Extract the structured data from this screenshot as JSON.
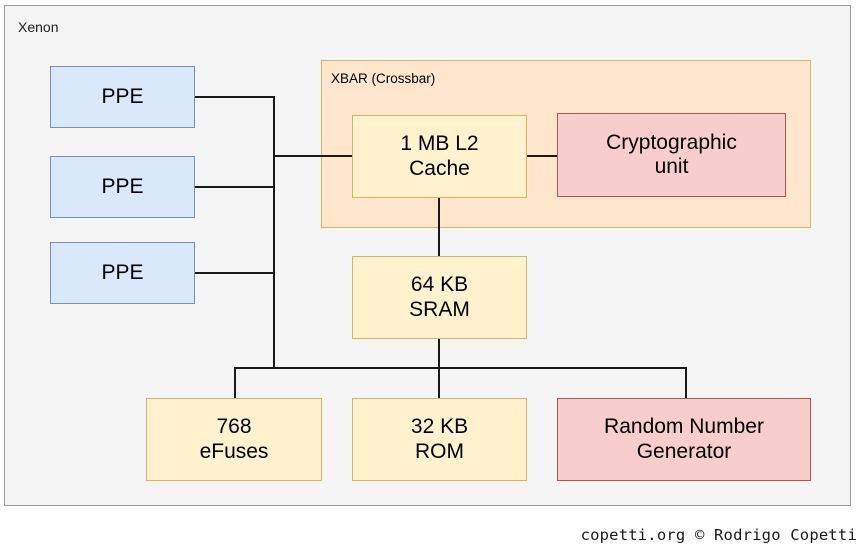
{
  "diagram": {
    "container": {
      "label": "Xenon"
    },
    "group": {
      "label": "XBAR (Crossbar)"
    },
    "nodes": {
      "ppe1": "PPE",
      "ppe2": "PPE",
      "ppe3": "PPE",
      "l2cache": "1 MB L2\nCache",
      "crypto": "Cryptographic\nunit",
      "sram": "64 KB\nSRAM",
      "efuses": "768\neFuses",
      "rom": "32 KB\nROM",
      "rng": "Random Number\nGenerator"
    },
    "footer": {
      "credit": "copetti.org © Rodrigo Copetti"
    },
    "colors": {
      "canvas": "#ffffff",
      "container_fill": "#f5f5f5",
      "container_stroke": "#9a9a9a",
      "cpu_fill": "#dae8fc",
      "cpu_stroke": "#7191bf",
      "memory_fill": "#fff2cc",
      "memory_stroke": "#d6b656",
      "security_fill": "#f8cecc",
      "security_stroke": "#b85450",
      "group_fill": "#ffe6cc",
      "group_stroke": "#d6b656",
      "line": "#1a1a1a",
      "text": "#000000"
    }
  }
}
